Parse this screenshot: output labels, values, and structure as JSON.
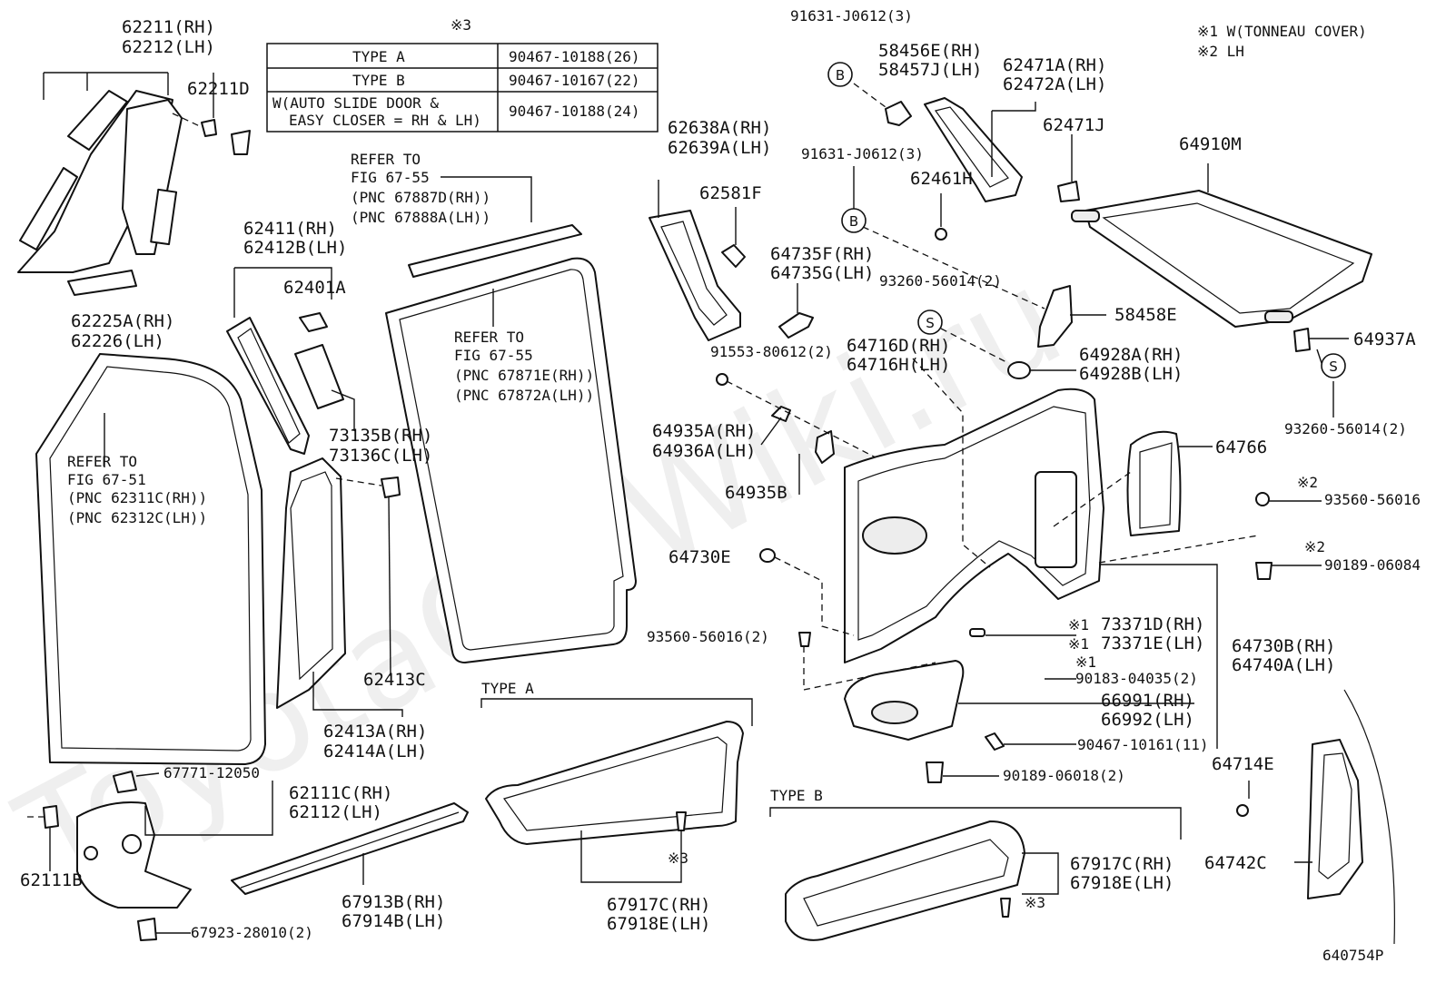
{
  "watermark": "ToyotaCarWiki.ru",
  "drawing_number": "640754P",
  "notes": {
    "note1": "※1 W(TONNEAU COVER)",
    "note2": "※2 LH"
  },
  "table": {
    "ref_mark": "※3",
    "rows": [
      {
        "type": "TYPE A",
        "part": "90467-10188(26)"
      },
      {
        "type": "TYPE B",
        "part": "90467-10167(22)"
      },
      {
        "type_line1": "W(AUTO SLIDE DOOR &",
        "type_line2": "EASY CLOSER = RH & LH)",
        "part": "90467-10188(24)"
      }
    ]
  },
  "section_labels": {
    "type_a": "TYPE A",
    "type_b": "TYPE B"
  },
  "callouts": {
    "c_62211": [
      "62211(RH)",
      "62212(LH)"
    ],
    "c_62211d": [
      "62211D"
    ],
    "c_62225a": [
      "62225A(RH)",
      "62226(LH)"
    ],
    "c_ref_6751": [
      "REFER TO",
      "FIG 67-51",
      "(PNC 62311C(RH))",
      "(PNC 62312C(LH))"
    ],
    "c_62411": [
      "62411(RH)",
      "62412B(LH)"
    ],
    "c_62401a": [
      "62401A"
    ],
    "c_73135b": [
      "73135B(RH)",
      "73136C(LH)"
    ],
    "c_62413c": [
      "62413C"
    ],
    "c_62413a": [
      "62413A(RH)",
      "62414A(LH)"
    ],
    "c_ref_6755a": [
      "REFER TO",
      "FIG 67-55",
      "(PNC 67887D(RH))",
      "(PNC 67888A(LH))"
    ],
    "c_ref_6755b": [
      "REFER TO",
      "FIG 67-55",
      "(PNC 67871E(RH))",
      "(PNC 67872A(LH))"
    ],
    "c_62638a": [
      "62638A(RH)",
      "62639A(LH)"
    ],
    "c_62581f": [
      "62581F"
    ],
    "c_91631_top": [
      "91631-J0612(3)"
    ],
    "c_91631_mid": [
      "91631-J0612(3)"
    ],
    "c_58456e": [
      "58456E(RH)",
      "58457J(LH)"
    ],
    "c_62471a": [
      "62471A(RH)",
      "62472A(LH)"
    ],
    "c_62471j": [
      "62471J"
    ],
    "c_62461h": [
      "62461H"
    ],
    "c_64910m": [
      "64910M"
    ],
    "c_64735f": [
      "64735F(RH)",
      "64735G(LH)"
    ],
    "c_93260_mid": [
      "93260-56014(2)"
    ],
    "c_58458e": [
      "58458E"
    ],
    "c_91553": [
      "91553-80612(2)"
    ],
    "c_64716d": [
      "64716D(RH)",
      "64716H(LH)"
    ],
    "c_64928a": [
      "64928A(RH)",
      "64928B(LH)"
    ],
    "c_64937a": [
      "64937A"
    ],
    "c_93260_right": [
      "93260-56014(2)"
    ],
    "c_64935a": [
      "64935A(RH)",
      "64936A(LH)"
    ],
    "c_64935b": [
      "64935B"
    ],
    "c_64766": [
      "64766"
    ],
    "c_93560_right": [
      "93560-56016"
    ],
    "c_90189_right": [
      "90189-06084"
    ],
    "c_64730e": [
      "64730E"
    ],
    "c_93560_left": [
      "93560-56016(2)"
    ],
    "c_73371d": [
      "73371D(RH)",
      "73371E(LH)"
    ],
    "c_90183": [
      "90183-04035(2)"
    ],
    "c_64730b": [
      "64730B(RH)",
      "64740A(LH)"
    ],
    "c_66991": [
      "66991(RH)",
      "66992(LH)"
    ],
    "c_90467": [
      "90467-10161(11)"
    ],
    "c_90189_bottom": [
      "90189-06018(2)"
    ],
    "c_64714e": [
      "64714E"
    ],
    "c_64742c": [
      "64742C"
    ],
    "c_67771": [
      "67771-12050"
    ],
    "c_62111c": [
      "62111C(RH)",
      "62112(LH)"
    ],
    "c_62111b": [
      "62111B"
    ],
    "c_67923": [
      "67923-28010(2)"
    ],
    "c_67913b": [
      "67913B(RH)",
      "67914B(LH)"
    ],
    "c_67917c_a": [
      "67917C(RH)",
      "67918E(LH)"
    ],
    "c_67917c_b": [
      "67917C(RH)",
      "67918E(LH)"
    ]
  },
  "ref_marks": {
    "m1": "※1",
    "m1b": "※1",
    "m1c": "※1",
    "m2a": "※2",
    "m2b": "※2",
    "m3a": "※3",
    "m3b": "※3",
    "circle_b": "B",
    "circle_s": "S"
  }
}
